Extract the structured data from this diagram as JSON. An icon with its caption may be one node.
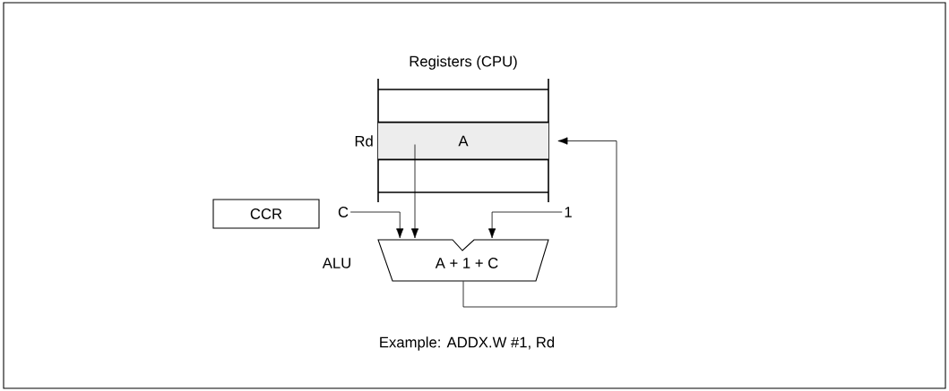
{
  "diagram": {
    "caption": "Example: ADDX.W #1, Rd",
    "nodes": [
      {
        "text": [
          "Registers (CPU)"
        ]
      },
      {
        "text": [
          "A"
        ],
        "beside": [
          "Rd"
        ],
        "in": 0
      },
      {
        "text": [
          "CCR"
        ]
      },
      {
        "text": [
          "C"
        ]
      },
      {
        "text": [
          "1"
        ]
      },
      {
        "text": [
          "A + 1 + C"
        ],
        "beside": [
          "ALU"
        ]
      }
    ],
    "edges": [
      {
        "from": 1,
        "to": 5,
        "arrow": "to"
      },
      {
        "from": 3,
        "to": 5,
        "arrow": "to"
      },
      {
        "from": 4,
        "to": 5,
        "arrow": "to"
      },
      {
        "from": 5,
        "to": 1,
        "arrow": "to"
      }
    ]
  }
}
